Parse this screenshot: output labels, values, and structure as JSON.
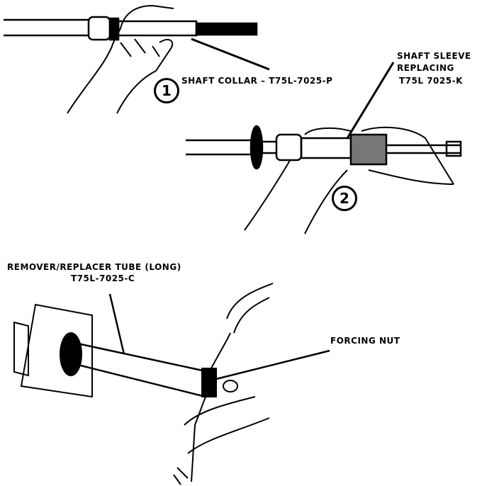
{
  "step1": {
    "number": "1",
    "label": "SHAFT COLLAR – T75L-7025-P"
  },
  "step2": {
    "number": "2",
    "label_line1": "SHAFT SLEEVE",
    "label_line2": "REPLACING",
    "label_line3": "T75L 7025-K"
  },
  "step3": {
    "tube_line1": "REMOVER/REPLACER TUBE (LONG)",
    "tube_line2": "T75L-7025-C",
    "nut_label": "FORCING NUT"
  }
}
